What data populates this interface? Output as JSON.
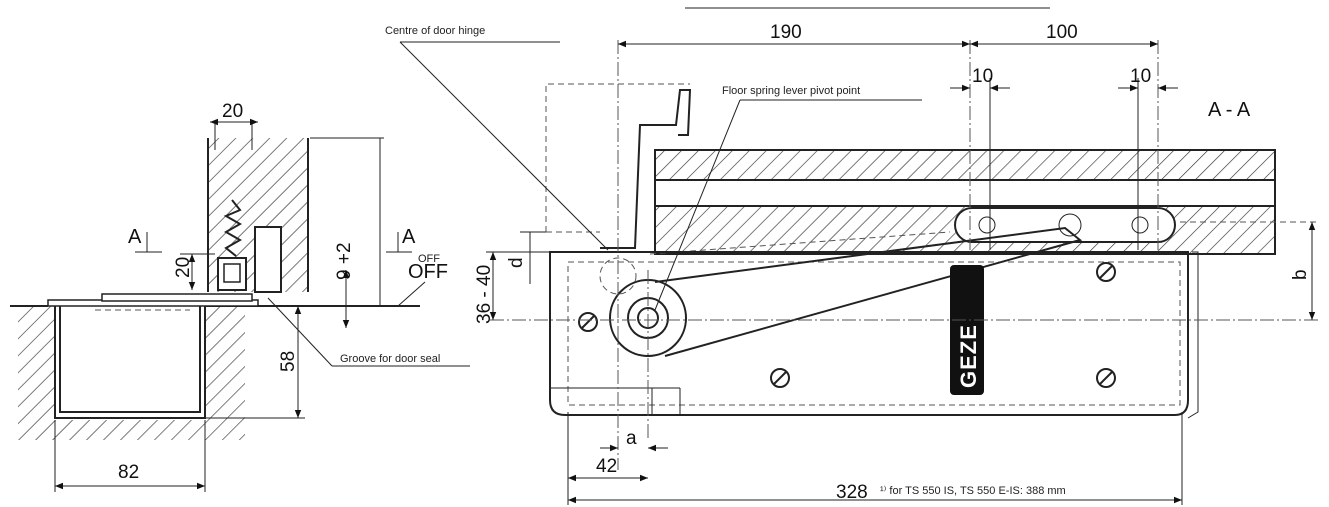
{
  "labels": {
    "centre_hinge": "Centre of door hinge",
    "pivot_point": "Floor spring lever pivot point",
    "groove": "Groove for door seal",
    "section": "A - A",
    "section_mark_left": "A",
    "section_mark_right": "A",
    "off_small": "OFF",
    "off_big": "OFF",
    "brand": "GEZE",
    "footnote": "¹⁾ for TS 550 IS, TS 550 E-IS: 388 mm"
  },
  "dimensions": {
    "d20_top": "20",
    "d20_side": "20",
    "d9": "9 +2",
    "d58": "58",
    "d82": "82",
    "d190": "190",
    "d100": "100",
    "d10_left": "10",
    "d10_right": "10",
    "d36_40": "36 - 40",
    "d_d": "d",
    "d_b": "b",
    "d_a": "a",
    "d42": "42",
    "d328": "328"
  }
}
